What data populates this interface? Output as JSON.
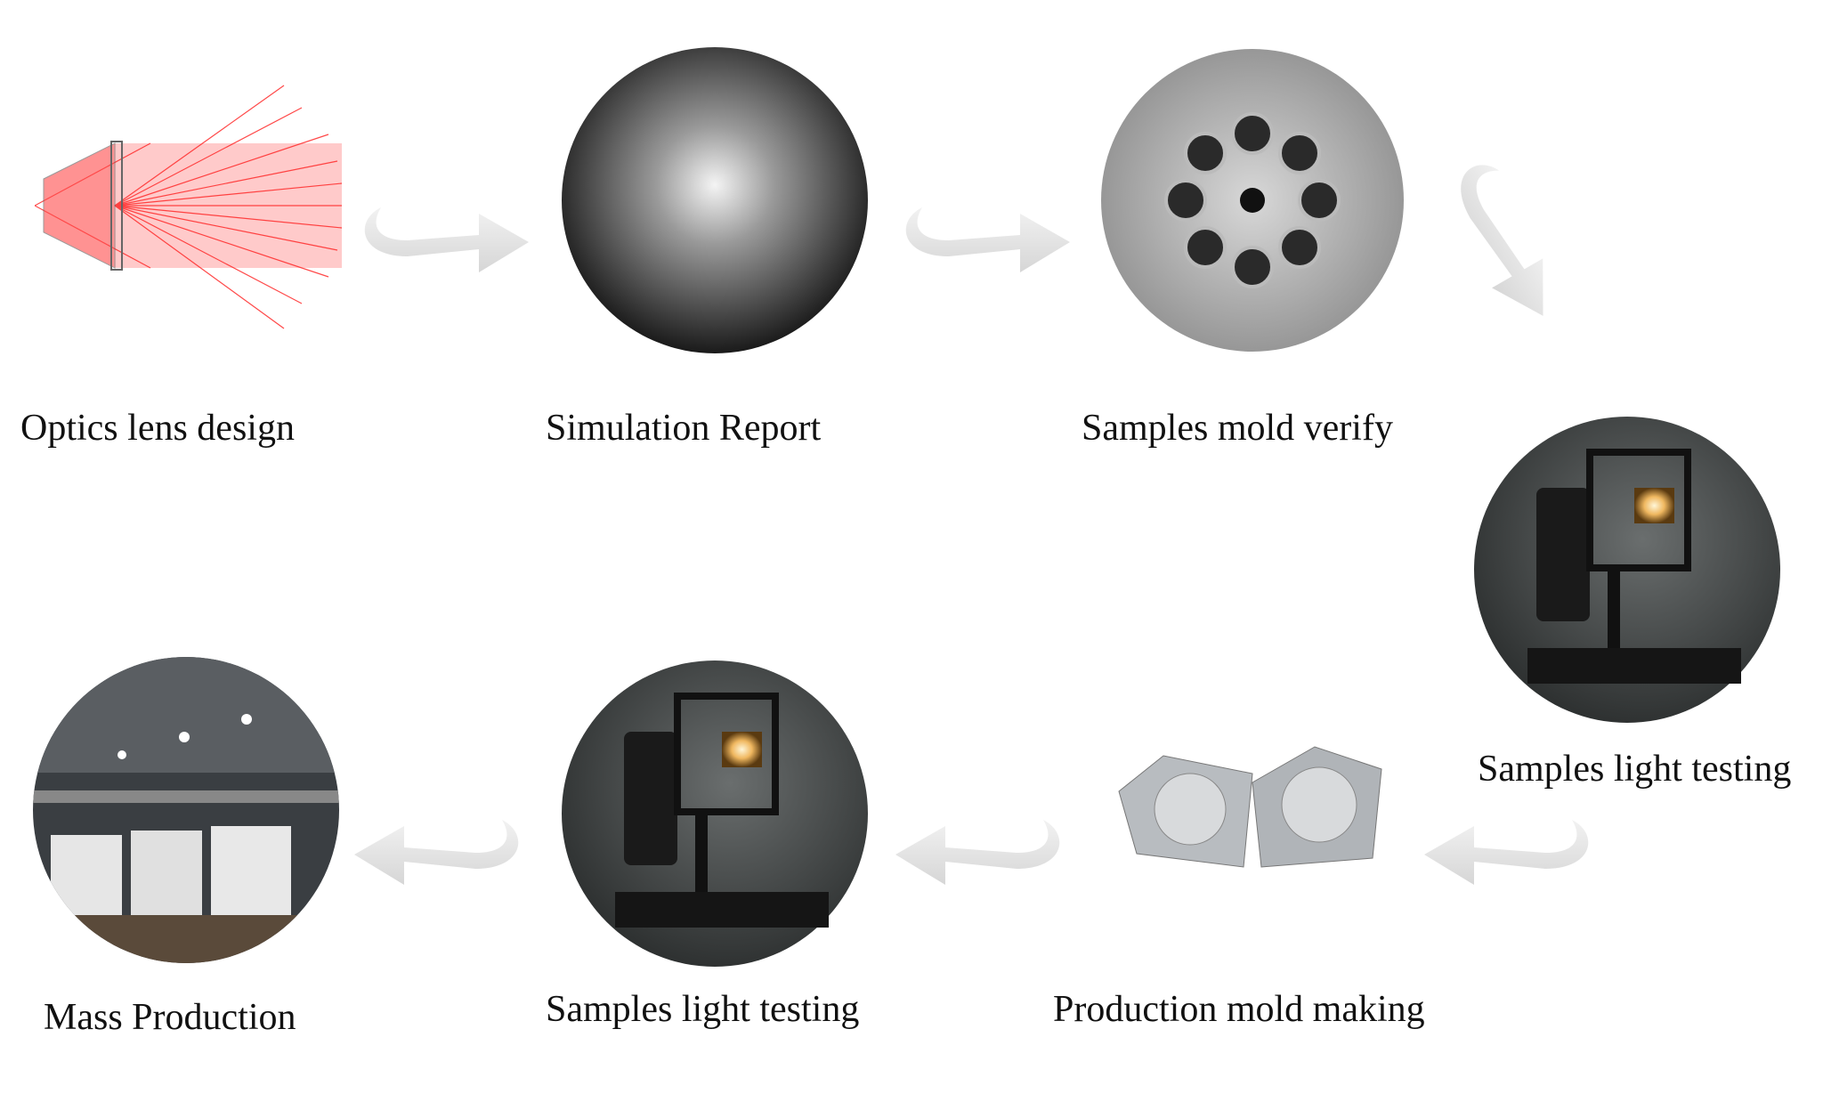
{
  "steps": [
    {
      "label": "Optics lens design",
      "image": "optics-ray-trace"
    },
    {
      "label": "Simulation Report",
      "image": "light-distribution-sphere"
    },
    {
      "label": "Samples mold verify",
      "image": "sample-mold"
    },
    {
      "label": "Samples light testing",
      "image": "light-test-rig"
    },
    {
      "label": "Production mold making",
      "image": "production-mold"
    },
    {
      "label": "Samples light testing",
      "image": "light-test-rig"
    },
    {
      "label": "Mass Production",
      "image": "factory-floor"
    }
  ],
  "colors": {
    "arrow": "#e4e4e4",
    "ray": "#ff2a2a",
    "text": "#111111"
  }
}
